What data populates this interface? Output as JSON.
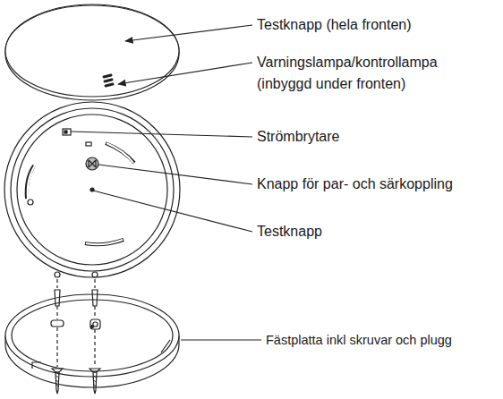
{
  "diagram": {
    "labels": [
      "Testknapp (hela fronten)",
      "Varningslampa/kontrollampa (inbyggd under fronten)",
      "Strömbrytare",
      "Knapp för par- och särkoppling",
      "Testknapp",
      "Fästplatta inkl skruvar och plugg"
    ]
  }
}
